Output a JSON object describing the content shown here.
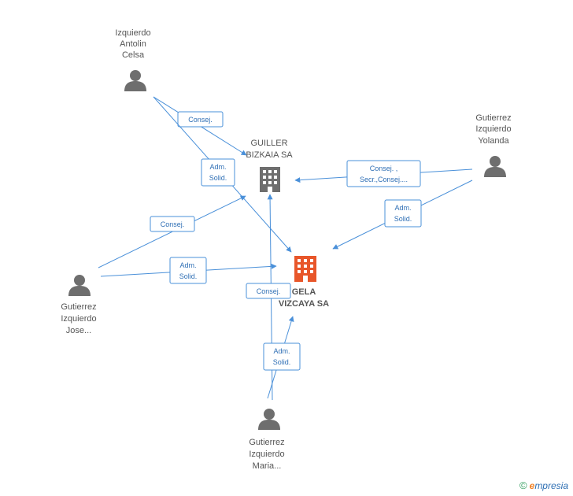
{
  "colors": {
    "edge": "#4a90d9",
    "person_icon": "#6e6e6e",
    "company_gray": "#6e6e6e",
    "company_main": "#e8562a"
  },
  "nodes": {
    "guiller": {
      "lines": [
        "GUILLER",
        "BIZKAIA SA"
      ],
      "type": "company",
      "icon": "building-icon"
    },
    "gela": {
      "lines": [
        "GELA",
        "VIZCAYA SA"
      ],
      "type": "company-main",
      "icon": "building-icon"
    },
    "celsa": {
      "lines": [
        "Izquierdo",
        "Antolin",
        "Celsa"
      ],
      "type": "person",
      "icon": "person-icon"
    },
    "yolanda": {
      "lines": [
        "Gutierrez",
        "Izquierdo",
        "Yolanda"
      ],
      "type": "person",
      "icon": "person-icon"
    },
    "jose": {
      "lines": [
        "Gutierrez",
        "Izquierdo",
        "Jose..."
      ],
      "type": "person",
      "icon": "person-icon"
    },
    "maria": {
      "lines": [
        "Gutierrez",
        "Izquierdo",
        "Maria..."
      ],
      "type": "person",
      "icon": "person-icon"
    }
  },
  "edges": [
    {
      "id": "celsa-guiller",
      "lines": [
        "Consej."
      ]
    },
    {
      "id": "celsa-gela",
      "lines": [
        "Adm.",
        "Solid."
      ]
    },
    {
      "id": "yolanda-guiller",
      "lines": [
        "Consej. ,",
        "Secr.,Consej...."
      ]
    },
    {
      "id": "yolanda-gela",
      "lines": [
        "Adm.",
        "Solid."
      ]
    },
    {
      "id": "jose-guiller",
      "lines": [
        "Consej."
      ]
    },
    {
      "id": "jose-gela",
      "lines": [
        "Adm.",
        "Solid."
      ]
    },
    {
      "id": "maria-guiller",
      "lines": [
        "Consej."
      ]
    },
    {
      "id": "maria-gela",
      "lines": [
        "Adm.",
        "Solid."
      ]
    }
  ],
  "footer": {
    "copyright": "©",
    "brand_initial": "e",
    "brand_rest": "mpresia"
  }
}
